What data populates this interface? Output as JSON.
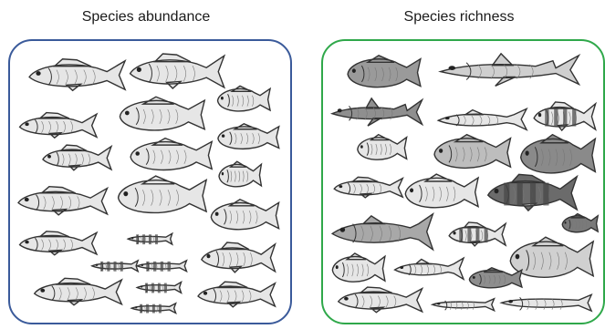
{
  "titles": {
    "left": "Species abundance",
    "right": "Species richness"
  },
  "colors": {
    "abundance_border": "#3a5a9a",
    "richness_border": "#2fa84a",
    "fish_stroke": "#333333",
    "fish_fill_light": "#e6e6e6",
    "fish_fill_dark": "#6b6b6b"
  },
  "panels": {
    "abundance": {
      "fish_icon": "fish-illustration",
      "style": "few species, many individuals"
    },
    "richness": {
      "fish_icon": "fish-illustration",
      "style": "many different species"
    }
  }
}
